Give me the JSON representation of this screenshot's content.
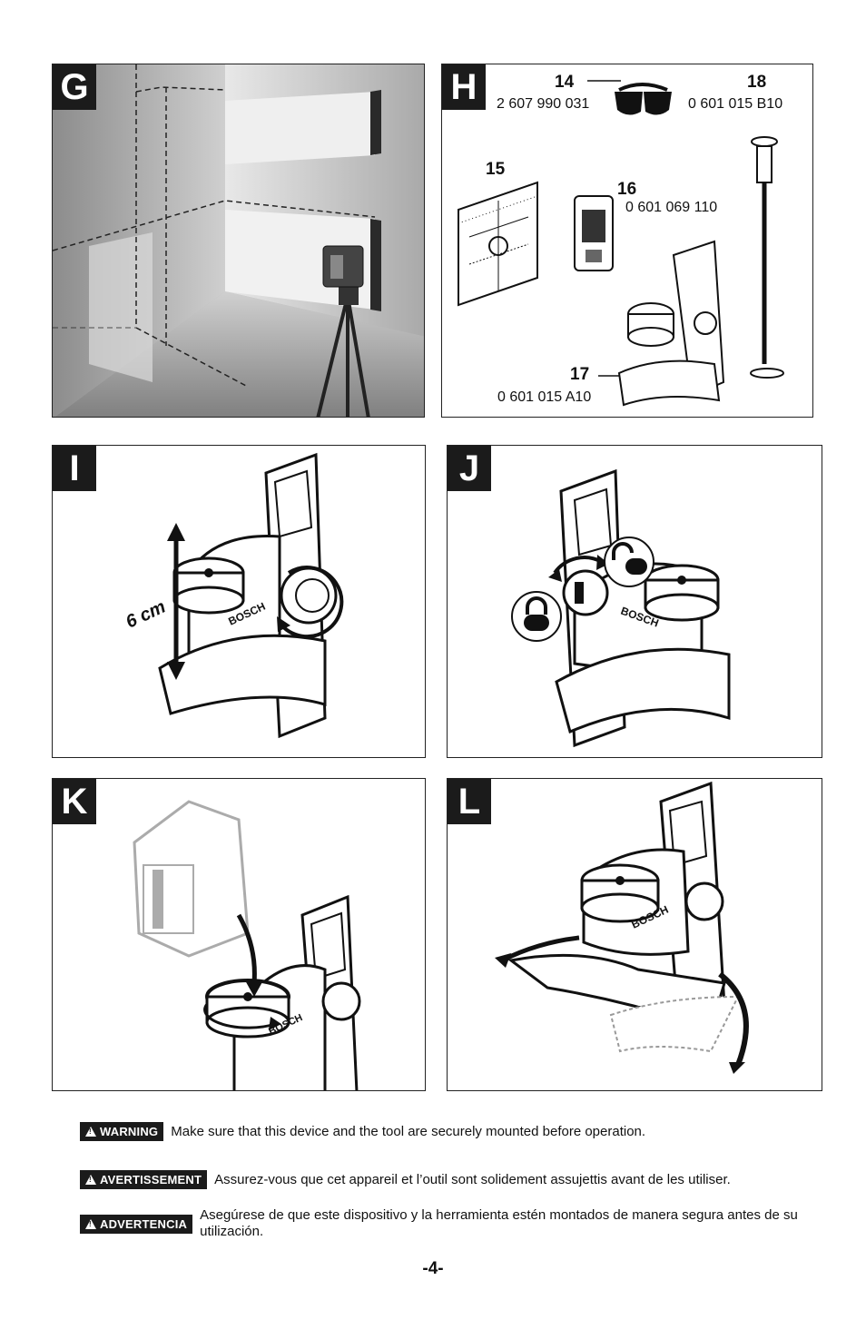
{
  "panels": {
    "g": {
      "letter": "G"
    },
    "h": {
      "letter": "H",
      "items": [
        {
          "number": "14",
          "code": "2 607 990 031"
        },
        {
          "number": "15"
        },
        {
          "number": "16",
          "code": "0 601 069 110"
        },
        {
          "number": "17",
          "code": "0 601 015 A10"
        },
        {
          "number": "18",
          "code": "0 601 015 B10"
        }
      ]
    },
    "i": {
      "letter": "I",
      "measure": "6 cm"
    },
    "j": {
      "letter": "J"
    },
    "k": {
      "letter": "K"
    },
    "l": {
      "letter": "L"
    }
  },
  "brand_mark": "BOSCH",
  "warnings": [
    {
      "badge": "WARNING",
      "text": "Make sure that this device and the tool are securely mounted before operation."
    },
    {
      "badge": "AVERTISSEMENT",
      "text": "Assurez-vous que cet appareil et l’outil sont solidement assujettis avant de les utiliser."
    },
    {
      "badge": "ADVERTENCIA",
      "text": "Asegúrese de que este dispositivo y la herramienta estén montados de manera segura antes de su utilización."
    }
  ],
  "page_number": "-4-"
}
